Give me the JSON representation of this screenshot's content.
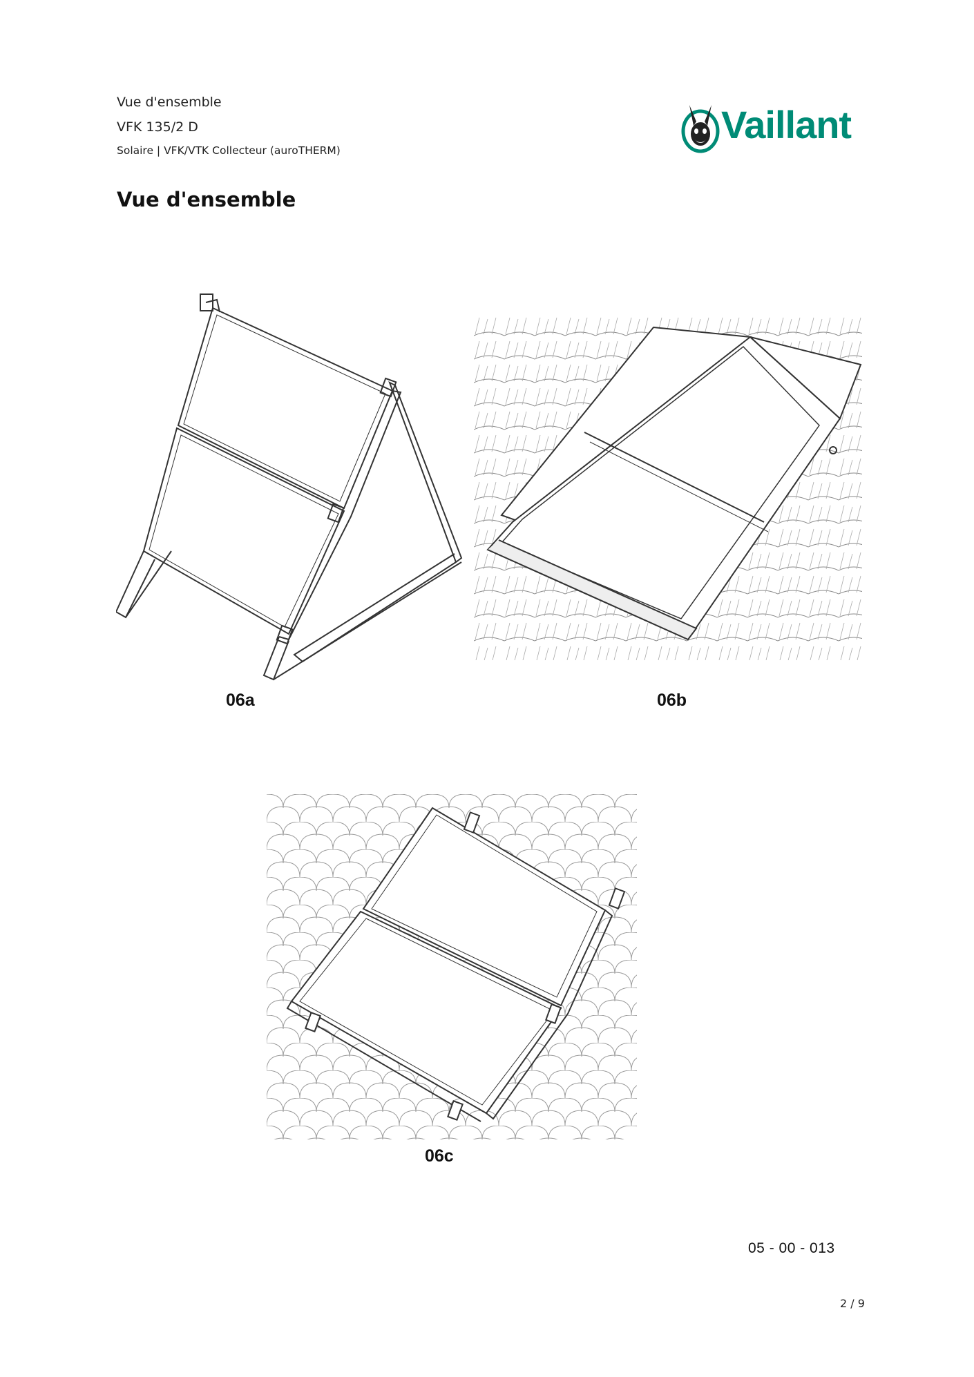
{
  "header": {
    "line1": "Vue d'ensemble",
    "line2": "VFK 135/2 D",
    "line3": "Solaire | VFK/VTK Collecteur (auroTHERM)"
  },
  "logo": {
    "text": "Vaillant",
    "color": "#008b76",
    "icon": "rabbit-logo-icon"
  },
  "page_title": "Vue d'ensemble",
  "figures": [
    {
      "label": "06a"
    },
    {
      "label": "06b"
    },
    {
      "label": "06c"
    }
  ],
  "document_code": "05 - 00 - 013",
  "page_number": "2 / 9"
}
